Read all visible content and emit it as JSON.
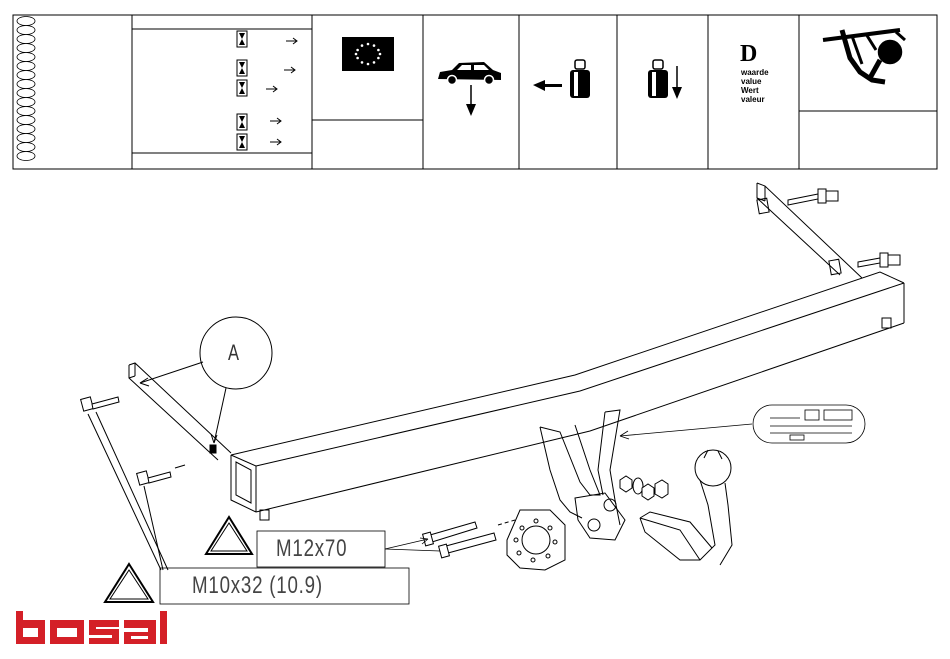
{
  "header_table": {
    "d_value": {
      "letter": "D",
      "words": [
        "waarde",
        "value",
        "Wert",
        "valeur"
      ]
    }
  },
  "callouts": {
    "detail_label": "A",
    "bolt_large": "M12x70",
    "bolt_small": "M10x32 (10.9)"
  },
  "brand": {
    "name": "bosal",
    "color": "#d42027"
  },
  "colors": {
    "line": "#000000",
    "warning_fill": "#ffffff"
  },
  "icons": [
    "eu-flag-icon",
    "car-load-icon",
    "horizontal-weight-icon",
    "vertical-weight-icon",
    "towbar-icon",
    "hourglass-icon",
    "warning-triangle-icon",
    "bolt-icon",
    "nut-icon",
    "tow-ball-icon",
    "socket-plate-icon",
    "type-plate-icon"
  ]
}
